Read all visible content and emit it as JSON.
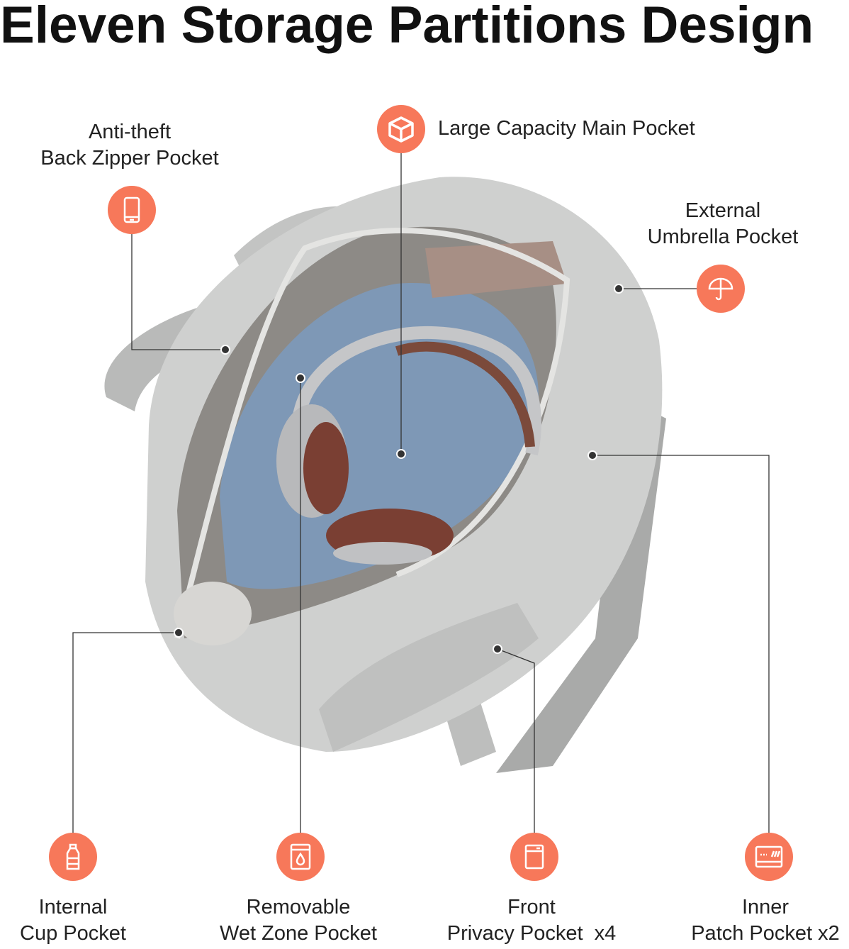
{
  "title": "Eleven Storage Partitions Design",
  "accent_color": "#F7785A",
  "callouts": [
    {
      "label": "Large Capacity Main Pocket",
      "icon": "cube-icon"
    },
    {
      "label": "Anti-theft\nBack Zipper Pocket",
      "icon": "phone-icon"
    },
    {
      "label": "External\nUmbrella Pocket",
      "icon": "umbrella-icon"
    },
    {
      "label": "Internal\nCup Pocket",
      "icon": "bottle-icon"
    },
    {
      "label": "Removable\nWet Zone Pocket",
      "icon": "water-drop-icon"
    },
    {
      "label": "Front\nPrivacy Pocket  x4",
      "icon": "pocket-icon"
    },
    {
      "label": "Inner\nPatch Pocket x2",
      "icon": "card-icon"
    }
  ]
}
